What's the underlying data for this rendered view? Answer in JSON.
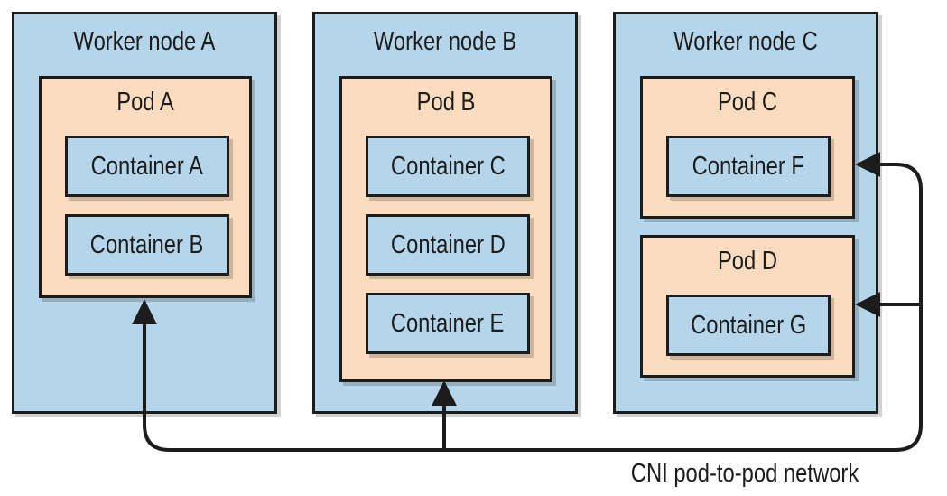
{
  "nodes": [
    {
      "title": "Worker node A",
      "pods": [
        {
          "title": "Pod A",
          "containers": [
            "Container A",
            "Container B"
          ]
        }
      ]
    },
    {
      "title": "Worker node B",
      "pods": [
        {
          "title": "Pod B",
          "containers": [
            "Container C",
            "Container D",
            "Container E"
          ]
        }
      ]
    },
    {
      "title": "Worker node C",
      "pods": [
        {
          "title": "Pod C",
          "containers": [
            "Container F"
          ]
        },
        {
          "title": "Pod D",
          "containers": [
            "Container G"
          ]
        }
      ]
    }
  ],
  "network": {
    "label": "CNI pod-to-pod network"
  },
  "colors": {
    "node": "#b5d6ea",
    "pod": "#fbdcbf",
    "container": "#b5d6ea",
    "line": "#1c1c1c"
  }
}
